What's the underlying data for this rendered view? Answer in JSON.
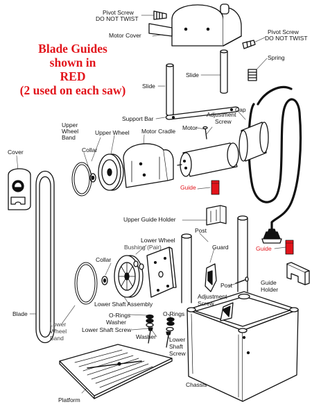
{
  "headline": {
    "line1": "Blade Guides",
    "line2": "shown in",
    "line3": "RED",
    "line4": "(2 used on each saw)"
  },
  "labels": {
    "pivot_screw_left_1": "Pivot Screw",
    "pivot_screw_left_2": "DO NOT TWIST",
    "motor_cover": "Motor Cover",
    "pivot_screw_right_1": "Pivot Screw",
    "pivot_screw_right_2": "DO NOT TWIST",
    "spring": "Spring",
    "slide_left": "Slide",
    "slide_right": "Slide",
    "cap": "Cap",
    "support_bar": "Support Bar",
    "adjustment_screw_top_1": "Adjustment",
    "adjustment_screw_top_2": "Screw",
    "motor": "Motor",
    "upper_wheel_band_1": "Upper",
    "upper_wheel_band_2": "Wheel",
    "upper_wheel_band_3": "Band",
    "upper_wheel": "Upper Wheel",
    "motor_cradle": "Motor Cradle",
    "collar_top": "Collar",
    "cover": "Cover",
    "guide_top": "Guide",
    "upper_guide_holder": "Upper Guide Holder",
    "post_top": "Post",
    "lower_wheel": "Lower Wheel",
    "bushing": "Bushing (Pair)",
    "guide_bottom": "Guide",
    "guard": "Guard",
    "collar_bottom": "Collar",
    "guide_holder_1": "Guide",
    "guide_holder_2": "Holder",
    "post_bottom": "Post",
    "adjustment_screw_bottom_1": "Adjustment",
    "adjustment_screw_bottom_2": "Screw",
    "lower_shaft_assembly": "Lower Shaft Assembly",
    "blade": "Blade",
    "orings_washer_left_1": "O-Rings",
    "orings_washer_left_2": "Washer",
    "orings_right": "O-Rings",
    "lower_wheel_band_1": "Lower",
    "lower_wheel_band_2": "Wheel",
    "lower_wheel_band_3": "Band",
    "lower_shaft_screw_left": "Lower Shaft Screw",
    "washer_right": "Washer",
    "lower_shaft_screw_right_1": "Lower",
    "lower_shaft_screw_right_2": "Shaft",
    "lower_shaft_screw_right_3": "Screw",
    "chassis": "Chassis",
    "platform": "Platform"
  },
  "colors": {
    "highlight_red": "#e2141b",
    "line": "#111111",
    "leader": "#555555"
  }
}
